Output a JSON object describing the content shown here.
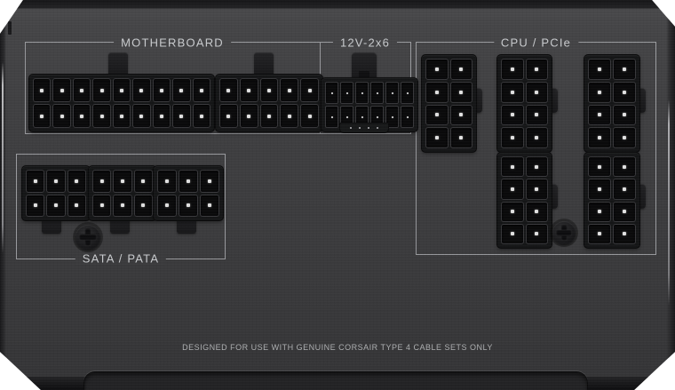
{
  "page": {
    "background": "#ffffff"
  },
  "device": {
    "name": "psu-modular-cable-panel",
    "bottom_notice": "DESIGNED FOR USE WITH GENUINE CORSAIR TYPE 4 CABLE SETS ONLY"
  },
  "sections": {
    "motherboard": {
      "label": "MOTHERBOARD"
    },
    "pcie_12v2x6": {
      "label": "12V-2x6"
    },
    "cpu_pcie": {
      "label": "CPU / PCIe"
    },
    "sata_pata": {
      "label": "SATA / PATA"
    }
  },
  "connectors": {
    "mb_18pin": {
      "cols": 9,
      "rows": 2
    },
    "mb_10pin": {
      "cols": 5,
      "rows": 2
    },
    "c12v2x6": {
      "cols": 6,
      "rows": 2,
      "sense_pins": 4
    },
    "cpu8": {
      "cols": 2,
      "rows": 4
    },
    "sata6": {
      "cols": 3,
      "rows": 2
    }
  },
  "counts": {
    "cpu_pcie_connectors": 5,
    "sata_pata_connectors": 3,
    "screws": 2
  },
  "colors": {
    "chassis_face": "#414143",
    "chassis_edge": "#1a1a1c",
    "connector_body": "#151617",
    "pin_cell": "#0a0a0b",
    "pin_dot": "#e2e2e2",
    "outline": "#bec0c4",
    "label_text": "#c9cbce",
    "notice_text": "#aeb0b2"
  }
}
